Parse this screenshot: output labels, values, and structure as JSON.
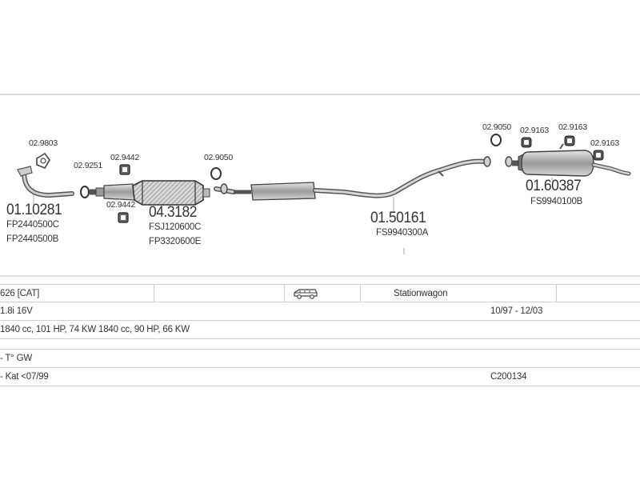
{
  "parts": {
    "p_02_9803": "02.9803",
    "p_02_9251": "02.9251",
    "p_02_9442_top": "02.9442",
    "p_02_9442_bottom": "02.9442",
    "p_02_9050_front": "02.9050",
    "p_02_9050_rear": "02.9050",
    "p_02_9163_a": "02.9163",
    "p_02_9163_b": "02.9163",
    "p_02_9163_c": "02.9163",
    "front_pipe_number": "01.10281",
    "front_pipe_ref1": "FP2440500C",
    "front_pipe_ref2": "FP2440500B",
    "cat_number": "04.3182",
    "cat_ref1": "FSJ120600C",
    "cat_ref2": "FP3320600E",
    "middle_number": "01.50161",
    "middle_ref": "FS9940300A",
    "rear_number": "01.60387",
    "rear_ref": "FS9940100B"
  },
  "vehicle": {
    "model": "626  [CAT]",
    "body_type": "Stationwagon",
    "engine": "1.8i 16V",
    "period": "10/97 - 12/03",
    "specs": "1840 cc, 101 HP, 74 KW 1840 cc, 90 HP, 66 KW",
    "note1": "- T° GW",
    "note2": "- Kat <07/99",
    "code": "C200134"
  },
  "icons": {
    "body_icon": "station-wagon-icon"
  },
  "colors": {
    "line": "#555555",
    "fill": "#bdbdbd",
    "border": "#cfcfcf"
  }
}
